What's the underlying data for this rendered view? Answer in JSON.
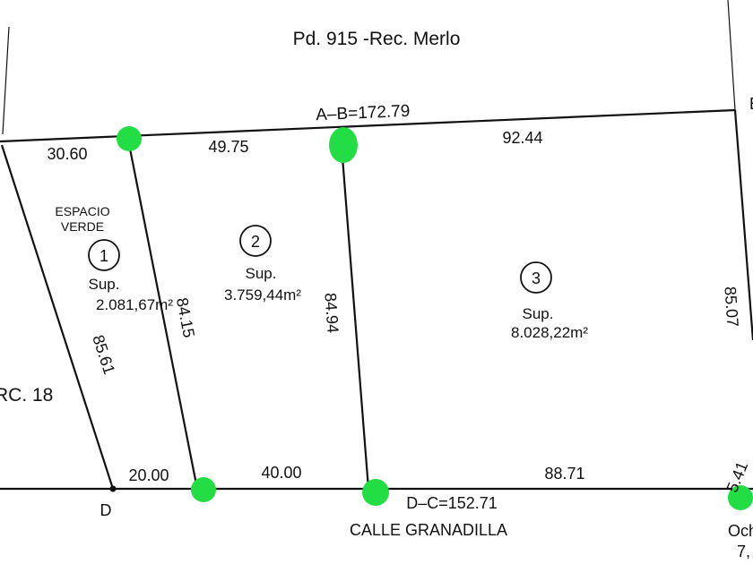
{
  "header": {
    "parcel_title": "Pd. 915 -Rec. Merlo"
  },
  "top_boundary": {
    "total_label": "A–B=172.79",
    "segment_1": "30.60",
    "segment_2": "49.75",
    "segment_3": "92.44"
  },
  "bottom_boundary": {
    "total_label": "D–C=152.71",
    "segment_1": "20.00",
    "segment_2": "40.00",
    "segment_3": "88.71",
    "segment_4": "5.41"
  },
  "side_measures": {
    "left_edge": "85.61",
    "line_1_2": "84.15",
    "line_2_3": "84.94",
    "right_edge": "85.07"
  },
  "lots": [
    {
      "number": "1",
      "sup_label": "Sup.",
      "area": "2.081,67m²",
      "note_line_1": "ESPACIO",
      "note_line_2": "VERDE"
    },
    {
      "number": "2",
      "sup_label": "Sup.",
      "area": "3.759,44m²"
    },
    {
      "number": "3",
      "sup_label": "Sup.",
      "area": "8.028,22m²"
    }
  ],
  "labels": {
    "corner_d": "D",
    "corner_b": "B",
    "street_name": "CALLE GRANADILLA",
    "left_parcel": "RC. 18",
    "bottom_right_1": "Och",
    "bottom_right_2": "7,"
  },
  "colors": {
    "line": "#111111",
    "marker": "#22dd44"
  }
}
